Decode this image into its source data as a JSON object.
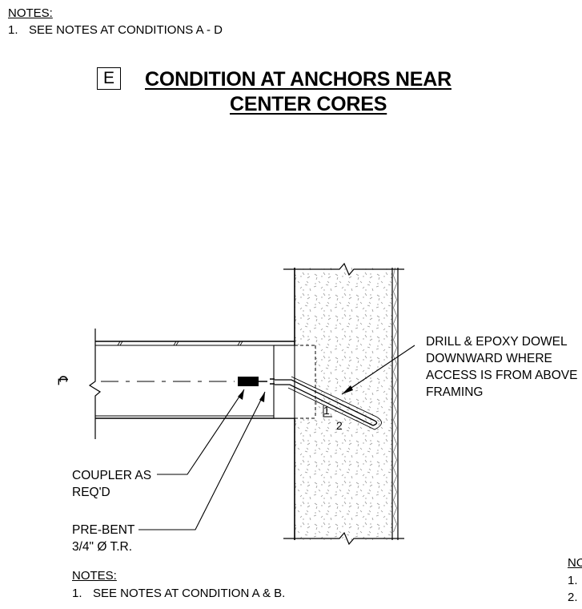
{
  "top_notes": {
    "heading": "NOTES:",
    "items": [
      {
        "num": "1.",
        "text": "SEE NOTES AT CONDITIONS A - D"
      }
    ]
  },
  "detail": {
    "tag": "E",
    "title_line1": "CONDITION AT ANCHORS NEAR",
    "title_line2": "CENTER CORES"
  },
  "callouts": {
    "dowel": [
      "DRILL & EPOXY DOWEL",
      "DOWNWARD WHERE",
      "ACCESS IS FROM ABOVE",
      "FRAMING"
    ],
    "coupler": [
      "COUPLER AS",
      "REQ'D"
    ],
    "prebent": [
      "PRE-BENT",
      "3/4\" Ø T.R."
    ],
    "slope_rise": "1",
    "slope_run": "2",
    "centerline": "℄"
  },
  "bottom_notes": {
    "heading": "NOTES:",
    "items": [
      {
        "num": "1.",
        "text": "SEE NOTES AT CONDITION A & B."
      }
    ]
  },
  "right_notes": {
    "heading": "NO",
    "items": [
      "1.",
      "2."
    ]
  }
}
